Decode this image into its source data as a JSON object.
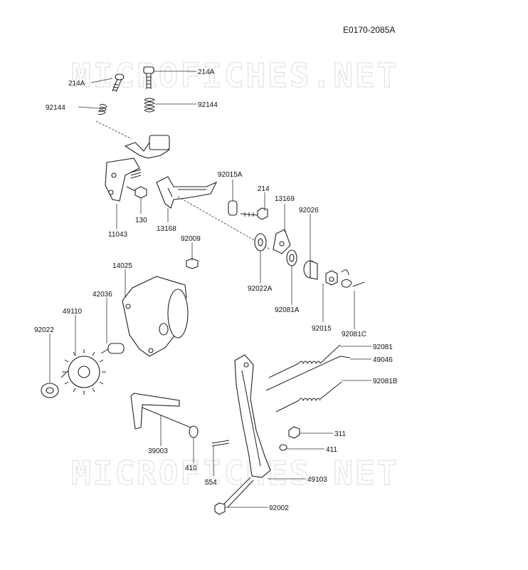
{
  "diagram_code": "E0170-2085A",
  "watermark": "MICROFICHES.NET",
  "part_labels": {
    "p214a_left": "214A",
    "p214a_right": "214A",
    "p92144_left": "92144",
    "p92144_right": "92144",
    "p92015a": "92015A",
    "p214": "214",
    "p13169": "13169",
    "p92026": "92026",
    "p11043": "11043",
    "p130": "130",
    "p13168": "13168",
    "p92009": "92009",
    "p92022a": "92022A",
    "p92081a": "92081A",
    "p92015": "92015",
    "p92081c": "92081C",
    "p14025": "14025",
    "p42036": "42036",
    "p49110": "49110",
    "p92022": "92022",
    "p92081": "92081",
    "p49046": "49046",
    "p92081b": "92081B",
    "p311": "311",
    "p411": "411",
    "p39003": "39003",
    "p410": "410",
    "p554": "554",
    "p49103": "49103",
    "p92002": "92002"
  }
}
